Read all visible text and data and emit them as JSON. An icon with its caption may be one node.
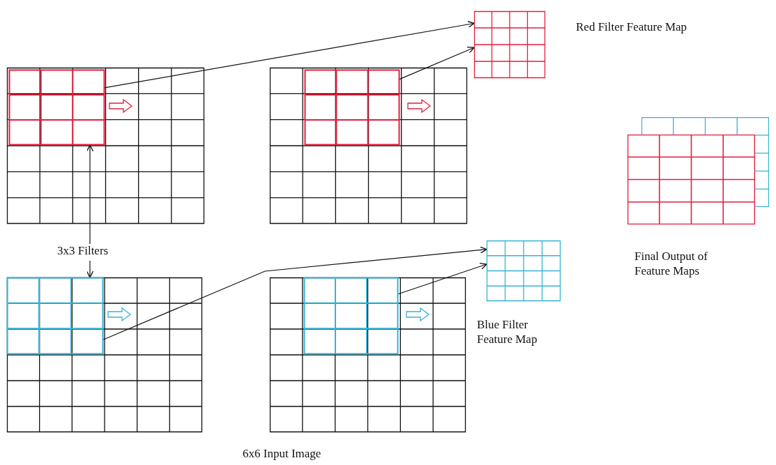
{
  "diagram": {
    "nodes": [
      {
        "text": [],
        "shape": "grid"
      },
      {
        "text": [],
        "shape": "grid",
        "in": 0
      },
      {
        "text": [],
        "shape": "grid"
      },
      {
        "text": [],
        "shape": "grid",
        "in": 2
      },
      {
        "text": [],
        "shape": "grid",
        "beside": [
          "Red Filter Feature Map"
        ]
      },
      {
        "text": [],
        "shape": "grid"
      },
      {
        "text": [],
        "shape": "grid",
        "in": 5
      },
      {
        "text": [],
        "shape": "grid"
      },
      {
        "text": [],
        "shape": "grid",
        "in": 7
      },
      {
        "text": [],
        "shape": "grid",
        "beside": [
          "Blue Filter Feature Map"
        ]
      },
      {
        "text": [
          "3x3 Filters"
        ]
      },
      {
        "text": [],
        "shape": "grid",
        "beside": [
          "Final Output of Feature Maps"
        ]
      }
    ],
    "edges": [
      {
        "from": 1,
        "to": 4,
        "arrow": "to"
      },
      {
        "from": 3,
        "to": 4,
        "arrow": "to"
      },
      {
        "from": 6,
        "to": 9,
        "arrow": "to"
      },
      {
        "from": 8,
        "to": 9,
        "arrow": "to"
      },
      {
        "from": 10,
        "to": 1,
        "arrow": "to"
      },
      {
        "from": 10,
        "to": 6,
        "arrow": "to"
      }
    ],
    "labels": [
      "6x6 Input Image"
    ]
  }
}
